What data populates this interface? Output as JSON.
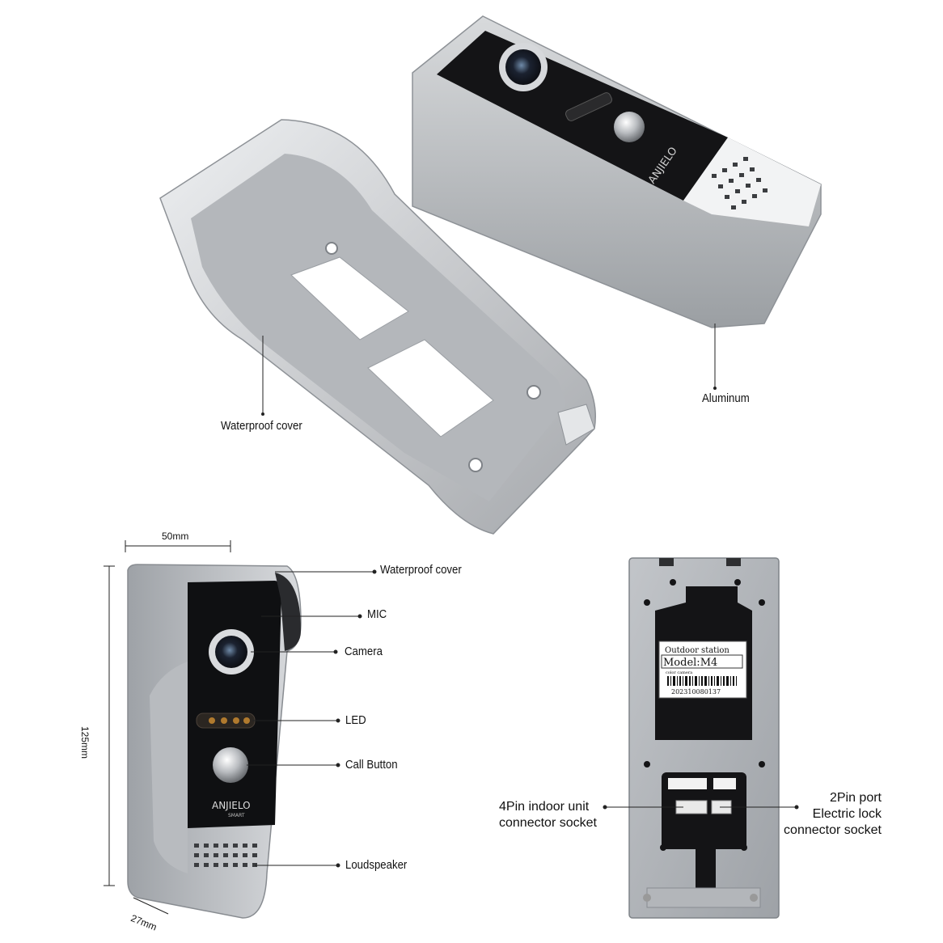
{
  "labels": {
    "top_waterproof_cover": "Waterproof cover",
    "aluminum": "Aluminum",
    "width_dim": "50mm",
    "height_dim": "125mm",
    "depth_dim": "27mm",
    "front_waterproof_cover": "Waterproof cover",
    "mic": "MIC",
    "camera": "Camera",
    "led": "LED",
    "call_button": "Call Button",
    "loudspeaker": "Loudspeaker",
    "four_pin_line1": "4Pin indoor unit",
    "four_pin_line2": "connector socket",
    "two_pin_line1": "2Pin port",
    "two_pin_line2": "Electric lock",
    "two_pin_line3": "connector socket"
  },
  "brand": {
    "logo_text": "ANJIELO",
    "logo_sub": "SMART"
  },
  "sticker": {
    "title": "Outdoor station",
    "model": "Model:M4",
    "subtitle": "color camera",
    "serial": "202310080137"
  },
  "colors": {
    "metal": "#c8cacd",
    "panel": "#141416",
    "accent_led": "#b07a2e"
  }
}
